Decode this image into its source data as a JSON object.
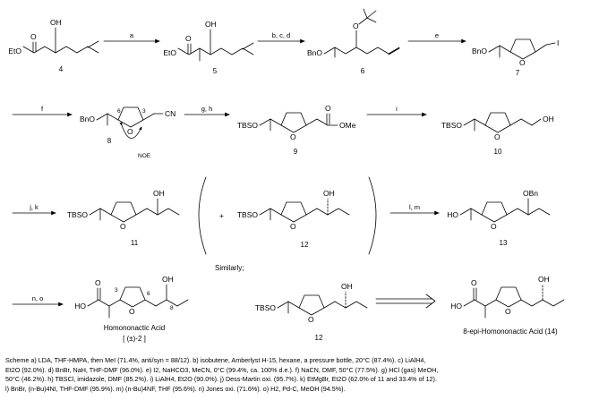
{
  "compounds": {
    "c4": "4",
    "c5": "5",
    "c6": "6",
    "c7": "7",
    "c8": "8",
    "c9": "9",
    "c10": "10",
    "c11": "11",
    "c12": "12",
    "c12b": "12",
    "c13": "13",
    "c14": "8-epi-Homononactic Acid (14)"
  },
  "groups": {
    "eto1": "EtO",
    "eto2": "EtO",
    "oh": "OH",
    "o": "O",
    "bno_6": "BnO",
    "bno_7": "BnO",
    "bno_8": "BnO",
    "tbso_9": "TBSO",
    "tbso_10": "TBSO",
    "tbso_11": "TBSO",
    "tbso_12": "TBSO",
    "tbso_12b": "TBSO",
    "i": "I",
    "cn": "CN",
    "ome": "OMe",
    "obn": "OBn",
    "ho": "HO"
  },
  "reagents": {
    "a": "a",
    "bcd": "b, c, d",
    "e": "e",
    "f": "f",
    "gh": "g, h",
    "i": "i",
    "jk": "j, k",
    "lm": "l, m",
    "no": "n, o"
  },
  "annotations": {
    "noe": "NOE",
    "pos6": "6",
    "pos3": "3",
    "pos8": "8",
    "plus": "+",
    "similarly": "Similarly;",
    "homononactic": "Homononactic Acid",
    "racemic": "[ (±)-2 ]"
  },
  "scheme_lines": [
    "Scheme a) LDA, THF-HMPA, then MeI (71.4%, anti/syn = 88/12). b) isobutene, Amberlyst H-15, hexane, a pressure bottle, 20°C (87.4%). c) LiAlH4,",
    "Et2O (92.0%). d) BnBr, NaH, THF-DMF (96.0%). e) I2, NaHCO3, MeCN, 0°C (99.4%, ca. 100% d.e.). f) NaCN, DMF, 50°C (77.5%). g) HCl (gas) MeOH,",
    "50°C (46.2%). h) TBSCl, imidazole, DMF (85.2%). i) LiAlH4, Et2O (90.0%). j) Dess-Martin oxi. (95.7%). k) EtMgBr, Et2O (62.0% of 11 and 33.4% of 12).",
    "l) BnBr, (n-Bu)4NI, THF-DMF (95.9%). m) (n-Bu)4NF, THF (95.6%). n) Jones oxi. (71.6%). o) H2, Pd-C, MeOH (94.5%)."
  ]
}
